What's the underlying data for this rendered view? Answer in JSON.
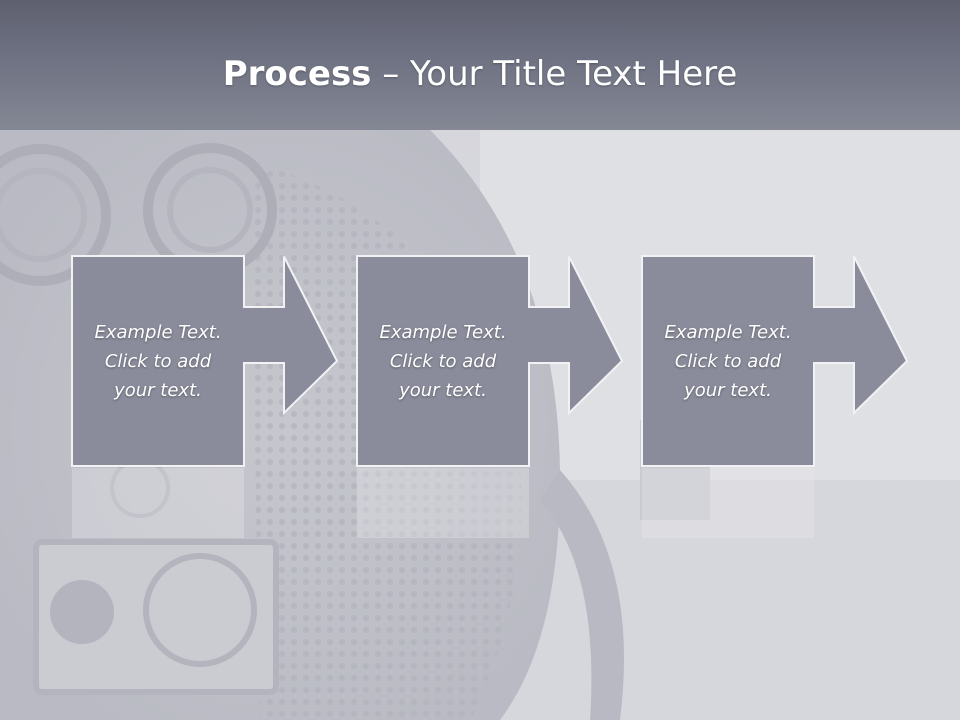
{
  "slide": {
    "title_bold": "Process",
    "title_rest": " – Your Title Text Here"
  },
  "steps": [
    {
      "text": "Example Text.\nClick  to add\nyour text."
    },
    {
      "text": "Example Text.\nClick  to add\nyour text."
    },
    {
      "text": "Example Text.\nClick  to add\nyour text."
    }
  ],
  "colors": {
    "step_fill": "#8a8c9b",
    "step_border": "#f2f2f5",
    "title_bar": "#6f7282"
  }
}
